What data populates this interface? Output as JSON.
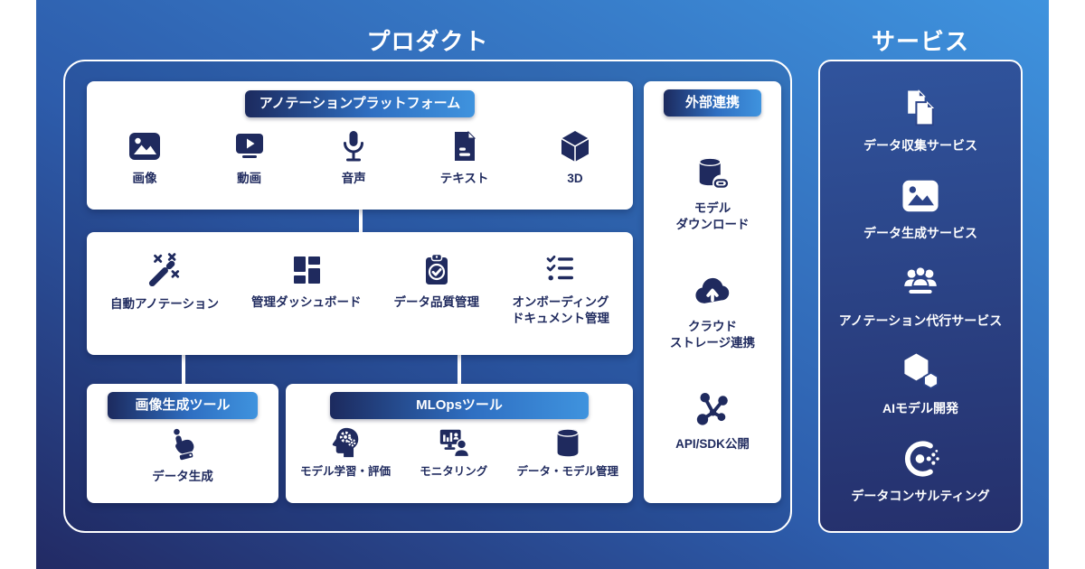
{
  "titles": {
    "product": "プロダクト",
    "service": "サービス"
  },
  "colors": {
    "background_gradient": [
      "#222a64",
      "#2d5cab",
      "#3f93de"
    ],
    "icon_navy": "#1f2a5e",
    "badge_gradient": [
      "#1c2a5e",
      "#3f93de"
    ],
    "card_background": "#ffffff",
    "text_on_dark": "#ffffff"
  },
  "product": {
    "annotation_platform": {
      "badge": "アノテーションプラットフォーム",
      "items": [
        {
          "label": "画像",
          "icon": "image-icon"
        },
        {
          "label": "動画",
          "icon": "video-icon"
        },
        {
          "label": "音声",
          "icon": "microphone-icon"
        },
        {
          "label": "テキスト",
          "icon": "document-icon"
        },
        {
          "label": "3D",
          "icon": "cube-icon"
        }
      ]
    },
    "platform_tools": {
      "items": [
        {
          "label": "自動アノテーション",
          "icon": "magic-wand-icon"
        },
        {
          "label": "管理ダッシュボード",
          "icon": "dashboard-icon"
        },
        {
          "label": "データ品質管理",
          "icon": "clipboard-check-icon"
        },
        {
          "label": "オンボーディング\nドキュメント管理",
          "icon": "checklist-icon"
        }
      ]
    },
    "image_gen": {
      "badge": "画像生成ツール",
      "items": [
        {
          "label": "データ生成",
          "icon": "hand-click-icon"
        }
      ]
    },
    "mlops": {
      "badge": "MLOpsツール",
      "items": [
        {
          "label": "モデル学習・評価",
          "icon": "head-gears-icon"
        },
        {
          "label": "モニタリング",
          "icon": "monitoring-icon"
        },
        {
          "label": "データ・モデル管理",
          "icon": "database-icon"
        }
      ]
    },
    "external": {
      "badge": "外部連携",
      "items": [
        {
          "label": "モデル\nダウンロード",
          "icon": "database-link-icon"
        },
        {
          "label": "クラウド\nストレージ連携",
          "icon": "cloud-upload-icon"
        },
        {
          "label": "API/SDK公開",
          "icon": "share-nodes-icon"
        }
      ]
    }
  },
  "service": {
    "items": [
      {
        "label": "データ収集サービス",
        "icon": "documents-icon"
      },
      {
        "label": "データ生成サービス",
        "icon": "image-icon"
      },
      {
        "label": "アノテーション代行サービス",
        "icon": "people-icon"
      },
      {
        "label": "AIモデル開発",
        "icon": "hexagons-icon"
      },
      {
        "label": "データコンサルティング",
        "icon": "data-consulting-icon"
      }
    ]
  }
}
